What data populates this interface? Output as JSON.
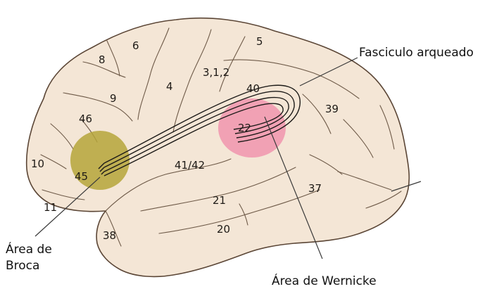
{
  "labels": {
    "fasciculo": "Fasciculo arqueado",
    "broca_line1": "Área de",
    "broca_line2": "Broca",
    "wernicke": "Área de Wernicke"
  },
  "areas": {
    "a6": "6",
    "a5": "5",
    "a8": "8",
    "a312": "3,1,2",
    "a4": "4",
    "a40": "40",
    "a9": "9",
    "a46": "46",
    "a39": "39",
    "a22": "22",
    "a10": "10",
    "a45": "45",
    "a4142": "41/42",
    "a37": "37",
    "a21": "21",
    "a11": "11",
    "a20": "20",
    "a38": "38"
  },
  "colors": {
    "brain_fill": "#f4e6d6",
    "brain_outline": "#5b4636",
    "broca": "#b5a43a",
    "wernicke": "#f08aa8",
    "fasciculus": "#1c1a18"
  }
}
